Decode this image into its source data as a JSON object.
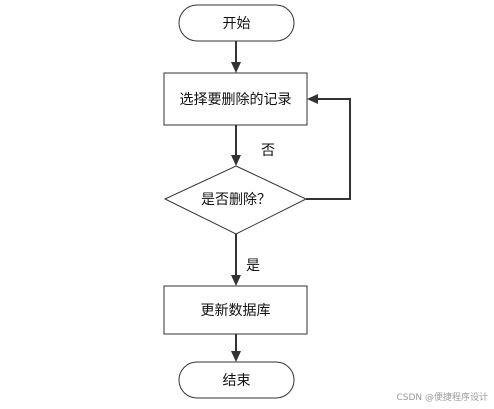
{
  "nodes": {
    "start": "开始",
    "select": "选择要删除的记录",
    "decision": "是否删除？",
    "update": "更新数据库",
    "end": "结束"
  },
  "edges": {
    "no_label": "否",
    "yes_label": "是"
  },
  "watermark": "CSDN @便捷程序设计",
  "colors": {
    "stroke": "#333333",
    "fill": "#ffffff",
    "text": "#111111",
    "watermark": "#9a9a9a"
  }
}
